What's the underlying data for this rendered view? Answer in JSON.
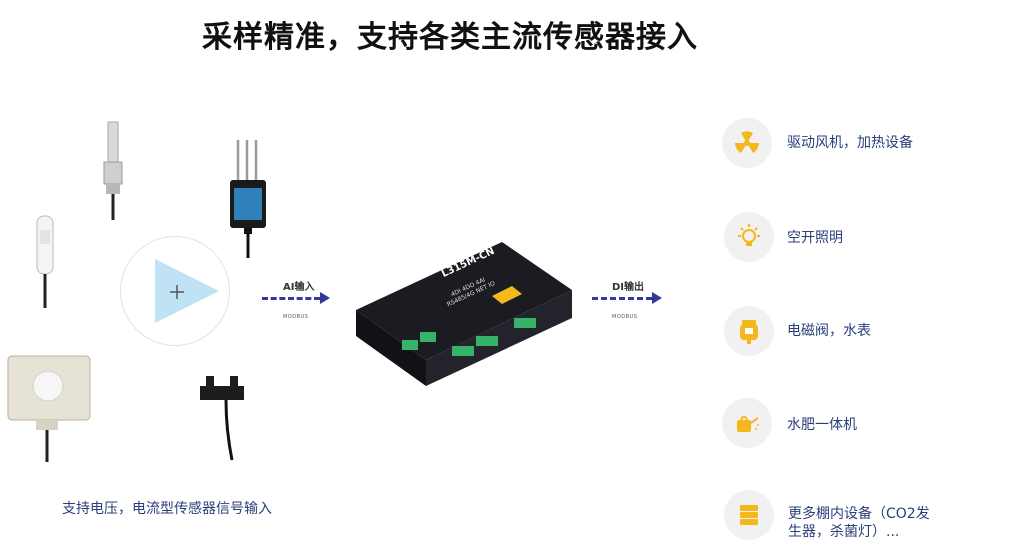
{
  "title": "采样精准，支持各类主流传感器接入",
  "input_caption": "支持电压，电流型传感器信号输入",
  "ai_arrow": {
    "label": "AI输入",
    "sub": "MODBUS"
  },
  "di_arrow": {
    "label": "DI输出",
    "sub": "MODBUS"
  },
  "device": {
    "model": "L315M-CN",
    "spec_line1": "4DI 4DO 4AI",
    "spec_line2": "RS485/4G NET IO"
  },
  "outputs": [
    {
      "icon": "radiation-fan-icon",
      "label": "驱动风机，加热设备"
    },
    {
      "icon": "light-bulb-icon",
      "label": "空开照明"
    },
    {
      "icon": "valve-meter-icon",
      "label": "电磁阀，水表"
    },
    {
      "icon": "watering-can-icon",
      "label": "水肥一体机"
    },
    {
      "icon": "server-stack-icon",
      "label_line1": "更多棚内设备（CO2发",
      "label_line2": "生器，杀菌灯）..."
    }
  ],
  "accent_color": "#f5b81c",
  "arrow_color": "#2f3a9c"
}
